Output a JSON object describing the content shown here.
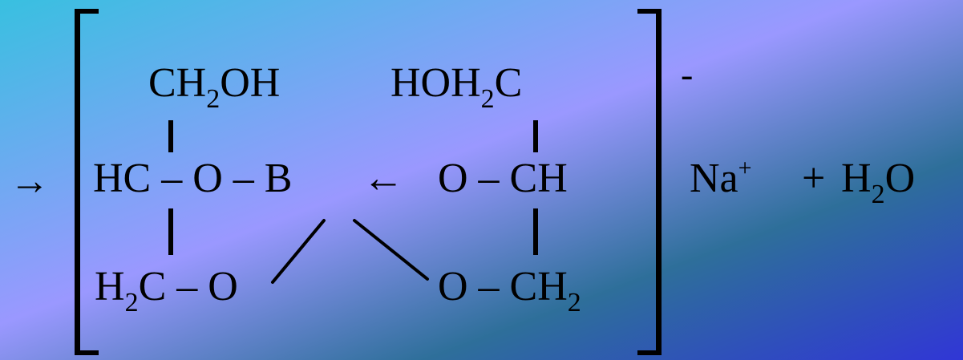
{
  "formula": {
    "reaction_arrow": "→",
    "row1": {
      "left_ch2oh": "CH",
      "left_ch2oh_sub": "2",
      "left_ch2oh_tail": "OH",
      "right_hoh2c": "HOH",
      "right_hoh2c_sub": "2",
      "right_hoh2c_tail": "C"
    },
    "row2": {
      "hc_o_b": "HC – O – B",
      "dative_arrow": "←",
      "o_ch": "O – CH"
    },
    "row3": {
      "h2c_head": "H",
      "h2c_sub": "2",
      "h2c_tail": "C – O",
      "o_ch2_head": "O – CH",
      "o_ch2_sub": "2"
    },
    "ion_charge": "-",
    "cation": "Na",
    "cation_charge": "+",
    "plus": "+",
    "water_head": "H",
    "water_sub": "2",
    "water_tail": "O"
  },
  "colors": {
    "gradient_top_left": "#38c0e0",
    "gradient_center": "#9a98ff",
    "gradient_mid_right": "#2e6f9a",
    "gradient_bottom_right": "#3036d6",
    "ink": "#000000"
  }
}
